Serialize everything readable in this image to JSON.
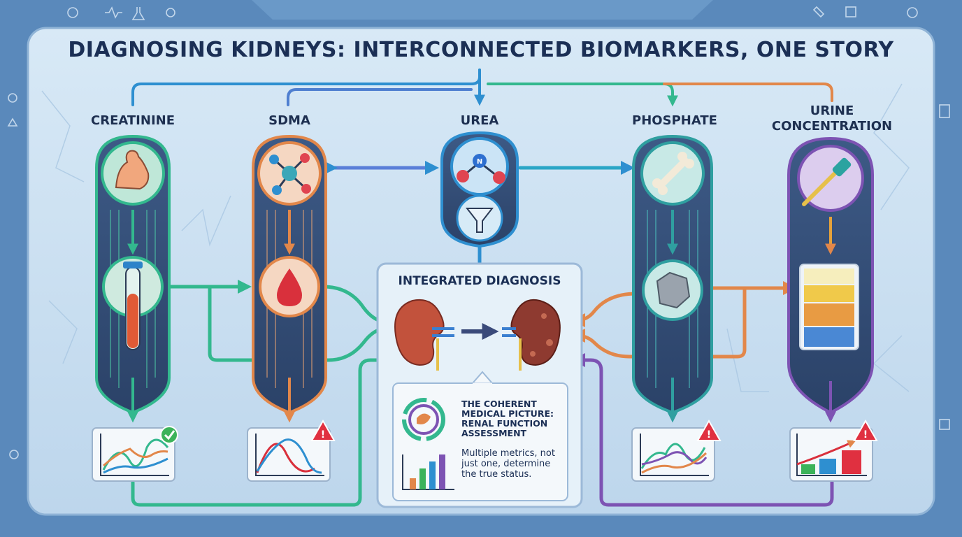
{
  "title": "DIAGNOSING KIDNEYS: INTERCONNECTED BIOMARKERS, ONE STORY",
  "biomarkers": [
    {
      "label": "CREATININE",
      "top_icon": "flexed-arm-icon",
      "mid_icon": "test-tube-icon",
      "status_icon": "checkmark-icon",
      "color": "#33b88e"
    },
    {
      "label": "SDMA",
      "top_icon": "molecule-icon",
      "mid_icon": "blood-drop-icon",
      "status_icon": "warning-icon",
      "color": "#e2874a"
    },
    {
      "label": "UREA",
      "top_icon": "nitrogen-molecule-icon",
      "mid_icon": "funnel-icon",
      "color": "#2e8fd0"
    },
    {
      "label": "PHOSPHATE",
      "top_icon": "bone-icon",
      "mid_icon": "stone-icon",
      "status_icon": "warning-icon",
      "color": "#2f9fa0"
    },
    {
      "label_line1": "URINE",
      "label_line2": "CONCENTRATION",
      "top_icon": "dropper-icon",
      "mid_icon": "urine-color-scale-icon",
      "status_icon": "warning-icon",
      "color": "#7d53b3"
    }
  ],
  "center": {
    "title": "INTEGRATED DIAGNOSIS",
    "icons": [
      "healthy-kidney-icon",
      "progression-arrow-icon",
      "diseased-kidney-icon"
    ],
    "note_heading": "THE COHERENT MEDICAL PICTURE: RENAL FUNCTION ASSESSMENT",
    "note_body": "Multiple metrics, not just one, determine the true status."
  },
  "colors": {
    "background": "#5f8fc0",
    "panel": "#cfe3f3",
    "green": "#33b88e",
    "orange": "#e2874a",
    "blue": "#2e8fd0",
    "purple": "#7d53b3",
    "warning": "#e03040",
    "check": "#3cb35a"
  }
}
